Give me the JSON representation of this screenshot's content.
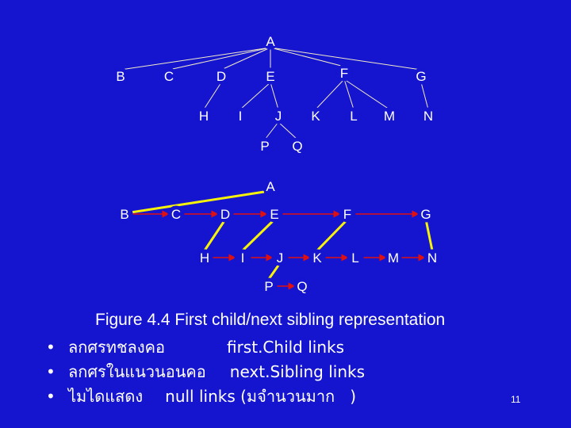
{
  "tree1": {
    "nodes": [
      "A",
      "B",
      "C",
      "D",
      "E",
      "F",
      "G",
      "H",
      "I",
      "J",
      "K",
      "L",
      "M",
      "N",
      "P",
      "Q"
    ],
    "edges": [
      [
        "A",
        "B"
      ],
      [
        "A",
        "C"
      ],
      [
        "A",
        "D"
      ],
      [
        "A",
        "E"
      ],
      [
        "A",
        "F"
      ],
      [
        "A",
        "G"
      ],
      [
        "D",
        "H"
      ],
      [
        "E",
        "I"
      ],
      [
        "E",
        "J"
      ],
      [
        "F",
        "K"
      ],
      [
        "F",
        "L"
      ],
      [
        "F",
        "M"
      ],
      [
        "G",
        "N"
      ],
      [
        "J",
        "P"
      ],
      [
        "J",
        "Q"
      ]
    ]
  },
  "tree2": {
    "nodes": [
      "A",
      "B",
      "C",
      "D",
      "E",
      "F",
      "G",
      "H",
      "I",
      "J",
      "K",
      "L",
      "M",
      "N",
      "P",
      "Q"
    ],
    "first_child_links": [
      [
        "A",
        "B"
      ],
      [
        "D",
        "H"
      ],
      [
        "E",
        "I"
      ],
      [
        "F",
        "K"
      ],
      [
        "G",
        "N"
      ],
      [
        "J",
        "P"
      ]
    ],
    "next_sibling_links": [
      [
        "B",
        "C"
      ],
      [
        "C",
        "D"
      ],
      [
        "D",
        "E"
      ],
      [
        "E",
        "F"
      ],
      [
        "F",
        "G"
      ],
      [
        "H",
        "I"
      ],
      [
        "I",
        "J"
      ],
      [
        "J",
        "K"
      ],
      [
        "K",
        "L"
      ],
      [
        "L",
        "M"
      ],
      [
        "M",
        "N"
      ],
      [
        "P",
        "Q"
      ]
    ]
  },
  "colors": {
    "background": "#1515cf",
    "tree_edge": "#f2eac8",
    "first_child": "#f7f20a",
    "next_sibling": "#e01010",
    "text": "#ffffff"
  },
  "caption": "Figure 4.4 First child/next sibling representation",
  "bullets": [
    {
      "marker": "•",
      "thai": "ลกศรทชลงคอ",
      "english": "first.Child links"
    },
    {
      "marker": "•",
      "thai": "ลกศรในแนวนอนคอ",
      "english": "next.Sibling links"
    },
    {
      "marker": "•",
      "thai": "ไมไดแสดง",
      "english": "null links",
      "thai_paren": "(มจำนวนมาก",
      "close": ")"
    }
  ],
  "page_number": "11"
}
